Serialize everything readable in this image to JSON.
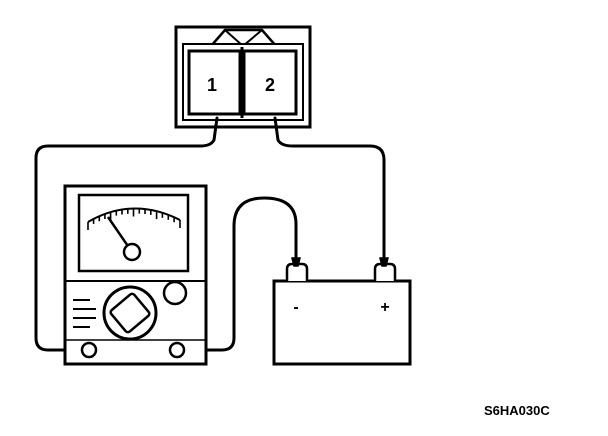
{
  "relay": {
    "terminal_1_label": "1",
    "terminal_2_label": "2"
  },
  "battery": {
    "negative_label": "-",
    "positive_label": "+"
  },
  "figure_code": "S6HA030C",
  "colors": {
    "ink": "#000000",
    "paper": "#ffffff"
  }
}
